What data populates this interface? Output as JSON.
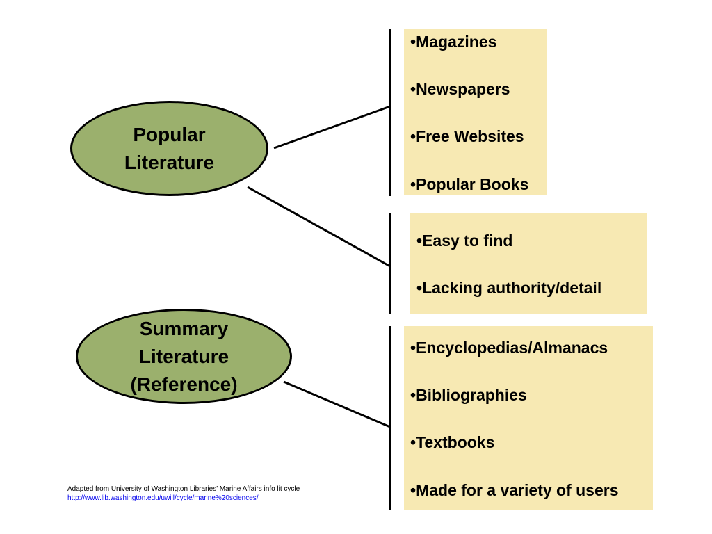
{
  "nodes": {
    "popular": {
      "lines": [
        "Popular",
        "Literature"
      ]
    },
    "summary": {
      "lines": [
        "Summary",
        "Literature",
        "(Reference)"
      ]
    }
  },
  "boxes": {
    "popular_types": [
      "Magazines",
      "Newspapers",
      "Free Websites",
      "Popular Books"
    ],
    "popular_traits": [
      "Easy to find",
      "Lacking authority/detail"
    ],
    "summary_types": [
      "Encyclopedias/Almanacs",
      "Bibliographies",
      "Textbooks",
      "Made for a variety of users"
    ]
  },
  "credit": {
    "text": "Adapted from University of Washington Libraries’ Marine Affairs info lit cycle",
    "link_text": "http://www.lib.washington.edu/uwill/cycle/marine%20sciences/"
  },
  "colors": {
    "ellipse_fill": "#9bb06d",
    "box_fill": "#f7e9b3",
    "line": "#000000",
    "link": "#0000ee"
  }
}
